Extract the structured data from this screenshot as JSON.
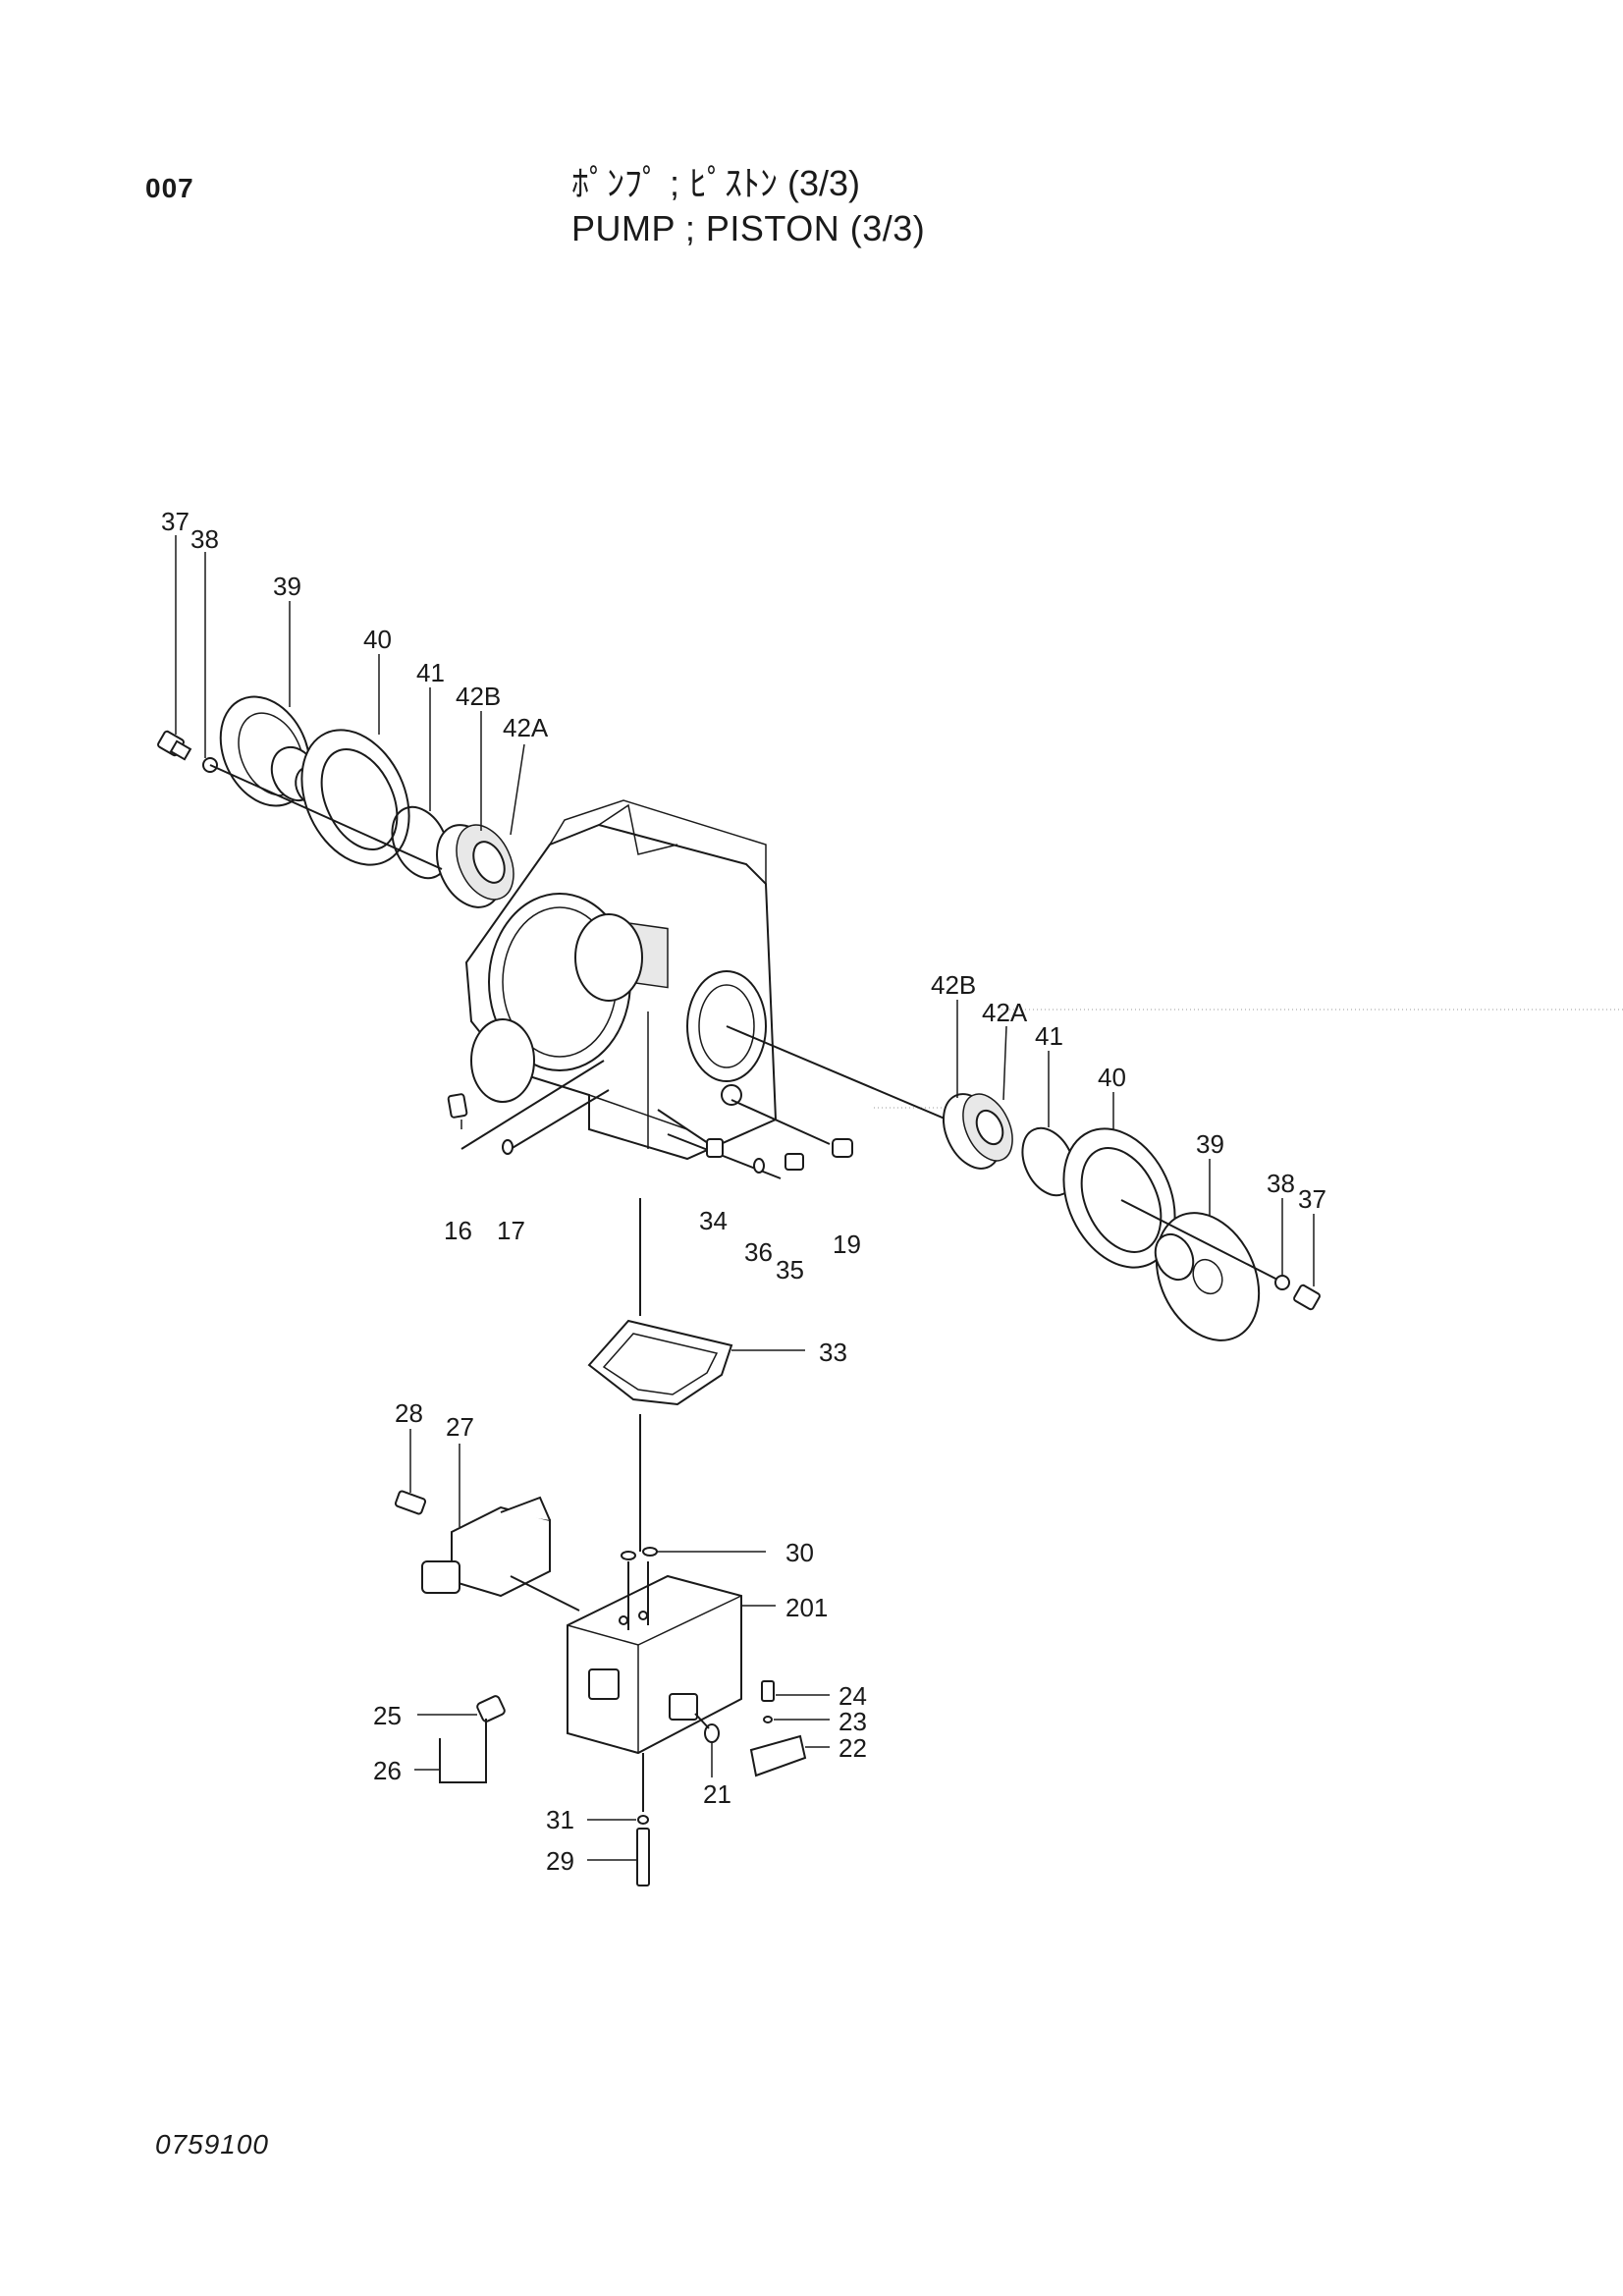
{
  "header": {
    "page_number": "007",
    "title_jp": "ﾎﾟﾝﾌﾟ ; ﾋﾟｽﾄﾝ (3/3)",
    "title_en": "PUMP ; PISTON (3/3)"
  },
  "callouts": {
    "l37": "37",
    "l38": "38",
    "l39": "39",
    "l40": "40",
    "l41": "41",
    "l42b": "42B",
    "l42a": "42A",
    "r42b": "42B",
    "r42a": "42A",
    "r41": "41",
    "r40": "40",
    "r39": "39",
    "r38": "38",
    "r37": "37",
    "p16": "16",
    "p17": "17",
    "p34": "34",
    "p36": "36",
    "p35": "35",
    "p19": "19",
    "p33": "33",
    "p28": "28",
    "p27": "27",
    "p30": "30",
    "p201": "201",
    "p24": "24",
    "p23": "23",
    "p22": "22",
    "p25": "25",
    "p26": "26",
    "p21": "21",
    "p31": "31",
    "p29": "29"
  },
  "footer": {
    "drawing_code": "0759100"
  }
}
